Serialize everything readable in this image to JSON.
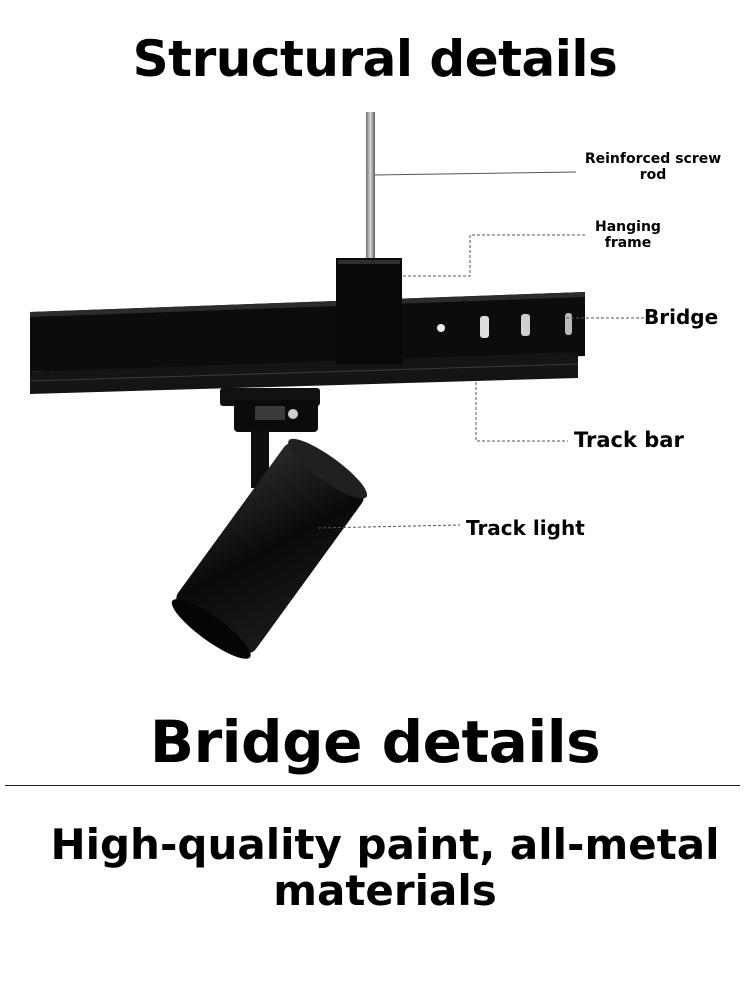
{
  "headings": {
    "structural": "Structural details",
    "bridge": "Bridge details",
    "subtitle": "High-quality paint, all-metal materials"
  },
  "callouts": {
    "screw_rod": "Reinforced screw rod",
    "hanging_frame": "Hanging frame",
    "bridge": "Bridge",
    "track_bar": "Track bar",
    "track_light": "Track light"
  },
  "colors": {
    "text": "#000000",
    "product": "#0b0b0b",
    "background": "#ffffff"
  }
}
